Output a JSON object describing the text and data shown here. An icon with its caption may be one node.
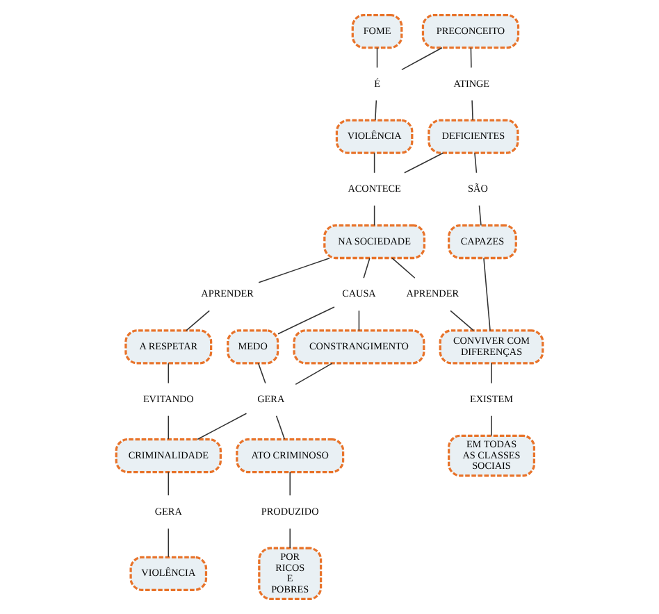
{
  "diagram": {
    "nodes": [
      {
        "text": [
          "FOME"
        ]
      },
      {
        "text": [
          "PRECONCEITO"
        ]
      },
      {
        "text": [
          "É"
        ]
      },
      {
        "text": [
          "VIOLÊNCIA"
        ]
      },
      {
        "text": [
          "ATINGE"
        ]
      },
      {
        "text": [
          "DEFICIENTES"
        ]
      },
      {
        "text": [
          "ACONTECE"
        ]
      },
      {
        "text": [
          "SÃO"
        ]
      },
      {
        "text": [
          "NA SOCIEDADE"
        ]
      },
      {
        "text": [
          "CAPAZES"
        ]
      },
      {
        "text": [
          "APRENDER"
        ]
      },
      {
        "text": [
          "CAUSA"
        ]
      },
      {
        "text": [
          "APRENDER"
        ]
      },
      {
        "text": [
          "A RESPETAR"
        ]
      },
      {
        "text": [
          "MEDO"
        ]
      },
      {
        "text": [
          "CONSTRANGIMENTO"
        ]
      },
      {
        "text": [
          "CONVIVER COM DIFERENÇAS"
        ]
      },
      {
        "text": [
          "GERA"
        ]
      },
      {
        "text": [
          "EVITANDO"
        ]
      },
      {
        "text": [
          "EXISTEM"
        ]
      },
      {
        "text": [
          "CRIMINALIDADE"
        ]
      },
      {
        "text": [
          "ATO CRIMINOSO"
        ]
      },
      {
        "text": [
          "EM TODAS AS CLASSES SOCIAIS"
        ]
      },
      {
        "text": [
          "GERA"
        ]
      },
      {
        "text": [
          "PRODUZIDO"
        ]
      },
      {
        "text": [
          "VIOLÊNCIA"
        ]
      },
      {
        "text": [
          "POR RICOS E POBRES"
        ]
      }
    ],
    "edges": [
      {
        "from": 0,
        "to": 2,
        "arrow": "none"
      },
      {
        "from": 1,
        "to": 2,
        "arrow": "none"
      },
      {
        "from": 2,
        "to": 3,
        "arrow": "none"
      },
      {
        "from": 1,
        "to": 4,
        "arrow": "none"
      },
      {
        "from": 4,
        "to": 5,
        "arrow": "none"
      },
      {
        "from": 3,
        "to": 6,
        "arrow": "none"
      },
      {
        "from": 5,
        "to": 6,
        "arrow": "none"
      },
      {
        "from": 6,
        "to": 8,
        "arrow": "none"
      },
      {
        "from": 5,
        "to": 7,
        "arrow": "none"
      },
      {
        "from": 7,
        "to": 9,
        "arrow": "none"
      },
      {
        "from": 8,
        "to": 10,
        "arrow": "none"
      },
      {
        "from": 10,
        "to": 13,
        "arrow": "none"
      },
      {
        "from": 8,
        "to": 11,
        "arrow": "none"
      },
      {
        "from": 11,
        "to": 14,
        "arrow": "none"
      },
      {
        "from": 11,
        "to": 15,
        "arrow": "none"
      },
      {
        "from": 8,
        "to": 12,
        "arrow": "none"
      },
      {
        "from": 12,
        "to": 16,
        "arrow": "none"
      },
      {
        "from": 9,
        "to": 16,
        "arrow": "none"
      },
      {
        "from": 14,
        "to": 17,
        "arrow": "none"
      },
      {
        "from": 15,
        "to": 17,
        "arrow": "none"
      },
      {
        "from": 17,
        "to": 20,
        "arrow": "none"
      },
      {
        "from": 17,
        "to": 21,
        "arrow": "none"
      },
      {
        "from": 13,
        "to": 18,
        "arrow": "none"
      },
      {
        "from": 18,
        "to": 20,
        "arrow": "none"
      },
      {
        "from": 16,
        "to": 19,
        "arrow": "none"
      },
      {
        "from": 19,
        "to": 22,
        "arrow": "none"
      },
      {
        "from": 20,
        "to": 23,
        "arrow": "none"
      },
      {
        "from": 23,
        "to": 25,
        "arrow": "none"
      },
      {
        "from": 21,
        "to": 24,
        "arrow": "none"
      },
      {
        "from": 24,
        "to": 26,
        "arrow": "none"
      }
    ]
  }
}
